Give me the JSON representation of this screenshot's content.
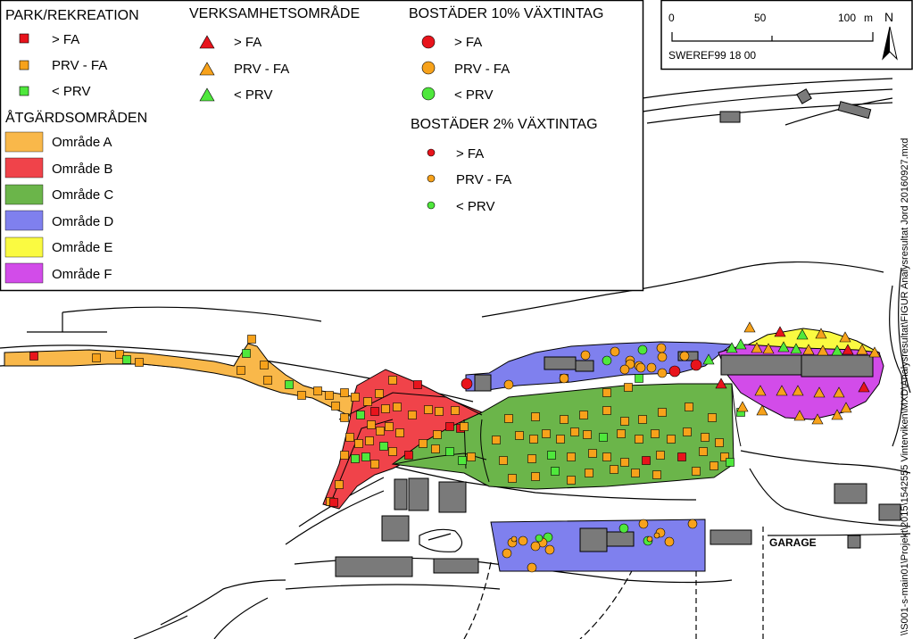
{
  "legend": {
    "park": {
      "title": "PARK/REKREATION",
      "items": [
        {
          "label": "> FA",
          "color": "#e8141c"
        },
        {
          "label": "PRV - FA",
          "color": "#f7a21b"
        },
        {
          "label": "< PRV",
          "color": "#4fe83c"
        }
      ]
    },
    "verksamhet": {
      "title": "VERKSAMHETSOMRÅDE",
      "items": [
        {
          "label": "> FA",
          "color": "#e8141c"
        },
        {
          "label": "PRV - FA",
          "color": "#f7a21b"
        },
        {
          "label": "< PRV",
          "color": "#4fe83c"
        }
      ]
    },
    "bostader10": {
      "title": "BOSTÄDER 10% VÄXTINTAG",
      "items": [
        {
          "label": "> FA",
          "color": "#e8141c"
        },
        {
          "label": "PRV - FA",
          "color": "#f7a21b"
        },
        {
          "label": "< PRV",
          "color": "#4fe83c"
        }
      ]
    },
    "bostader2": {
      "title": "BOSTÄDER 2% VÄXTINTAG",
      "items": [
        {
          "label": "> FA",
          "color": "#e8141c"
        },
        {
          "label": "PRV - FA",
          "color": "#f7a21b"
        },
        {
          "label": "< PRV",
          "color": "#4fe83c"
        }
      ]
    },
    "atgard": {
      "title": "ÅTGÄRDSOMRÅDEN",
      "items": [
        {
          "label": "Område A",
          "color": "#f9b84a"
        },
        {
          "label": "Område B",
          "color": "#f0434a"
        },
        {
          "label": "Område C",
          "color": "#6bb54a"
        },
        {
          "label": "Område D",
          "color": "#7f80ee"
        },
        {
          "label": "Område E",
          "color": "#fafa41"
        },
        {
          "label": "Område F",
          "color": "#d24ce9"
        }
      ]
    }
  },
  "scalebar": {
    "ticks": [
      "0",
      "50",
      "100"
    ],
    "unit": "m",
    "north": "N",
    "crs": "SWEREF99 18 00"
  },
  "labels": {
    "garage": "GARAGE",
    "filepath": "\\\\S001-s-main01\\Projekt\\2015\\1542555 Vinterviken\\MXD\\Analysresultat\\FIGUR Analysresultat Jord 20160927.mxd"
  },
  "colors": {
    "background": "#ffffff",
    "building": "#7a7a7a",
    "outline": "#000000"
  }
}
